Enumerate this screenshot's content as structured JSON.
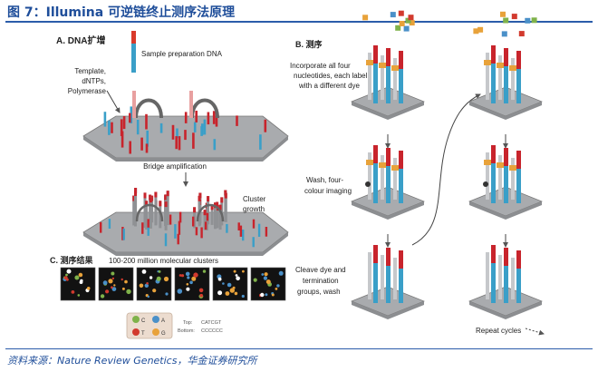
{
  "figure": {
    "title": "图 7：Illumina 可逆链终止测序法原理",
    "source": "资料来源：Nature Review Genetics，华金证券研究所"
  },
  "panel_a": {
    "heading": "A. DNA扩增",
    "sample_label": "Sample preparation DNA",
    "reagents": [
      "Template,",
      "dNTPs,",
      "Polymerase"
    ],
    "bridge_label": "Bridge amplification",
    "cluster_label": [
      "Cluster",
      "growth"
    ]
  },
  "panel_b": {
    "heading": "B. 测序",
    "step1": [
      "Incorporate all four",
      "nucleotides, each label",
      "with a different dye"
    ],
    "step2": [
      "Wash, four-",
      "colour imaging"
    ],
    "step3": [
      "Cleave dye and",
      "termination",
      "groups, wash"
    ],
    "repeat_label": "Repeat cycles"
  },
  "panel_c": {
    "heading": "C. 测序结果",
    "clusters_label": "100-200 million molecular clusters",
    "legend_letters": [
      "C",
      "A",
      "T",
      "G"
    ],
    "top_prefix": "Top:",
    "top_seq": "CATCGT",
    "bottom_prefix": "Bottom:",
    "bottom_seq": "CCCCCC"
  },
  "colors": {
    "title_blue": "#1f4e9a",
    "strand_blue": "#3a9fc8",
    "strand_red": "#c8242c",
    "plate_gray": "#a9abae",
    "dye_blue": "#4a90c8",
    "dye_green": "#7fb24a",
    "dye_red": "#d23a2e",
    "dye_orange": "#e8a23a"
  }
}
